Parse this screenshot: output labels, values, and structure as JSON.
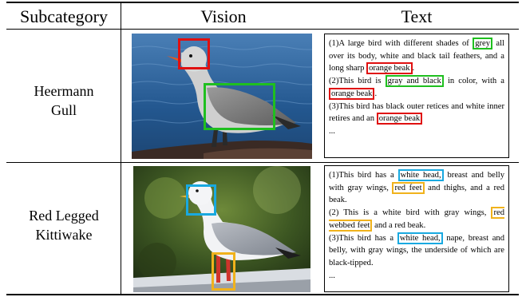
{
  "colors": {
    "green": "#1fbf1f",
    "red": "#e01010",
    "blue": "#19a9e0",
    "yellow": "#f0b21c"
  },
  "headers": {
    "subcategory": "Subcategory",
    "vision": "Vision",
    "text": "Text"
  },
  "rows": [
    {
      "subcategory_line1": "Heermann",
      "subcategory_line2": "Gull",
      "text": [
        {
          "s1": "(1)A large bird with different shades of ",
          "h1": "grey",
          "s2": " all over its body, white and black tail feathers, and a long sharp ",
          "h2": "orange beak",
          "s3": "."
        },
        {
          "s1": "(2)This bird is ",
          "h1": "gray and black",
          "s2": " in color, with a ",
          "h2": "orange beak",
          "s3": "."
        },
        {
          "s1": "(3)This bird has black outer retices and white inner retires and an ",
          "h1": "orange beak",
          "s2": ""
        }
      ],
      "ellipsis": "..."
    },
    {
      "subcategory_line1": "Red Legged",
      "subcategory_line2": "Kittiwake",
      "text": [
        {
          "s1": "(1)This bird has a ",
          "h1": "white head,",
          "s2": " breast and belly with gray wings, ",
          "h2": "red feet",
          "s3": " and thighs, and a red beak."
        },
        {
          "s1": "(2) This is a white bird with gray wings, ",
          "h1": "red webbed feet",
          "s2": " and a red beak."
        },
        {
          "s1": "(3)This bird has a ",
          "h1": "white head,",
          "s2": " nape, breast and belly, with gray wings, the underside of which are black-tipped."
        }
      ],
      "ellipsis": "..."
    }
  ]
}
